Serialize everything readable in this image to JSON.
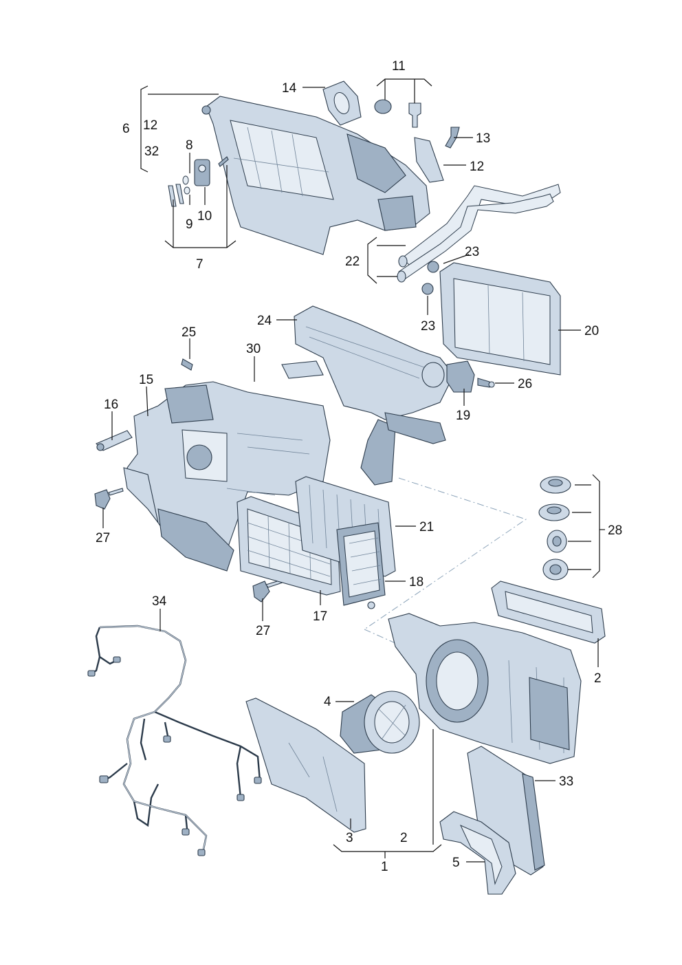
{
  "callouts": {
    "c1": "1",
    "c2a": "2",
    "c2b": "2",
    "c3": "3",
    "c4": "4",
    "c5": "5",
    "c6": "6",
    "c7": "7",
    "c8": "8",
    "c9": "9",
    "c10": "10",
    "c11": "11",
    "c12a": "12",
    "c12b": "12",
    "c13": "13",
    "c14": "14",
    "c15": "15",
    "c16": "16",
    "c17": "17",
    "c18": "18",
    "c19": "19",
    "c20": "20",
    "c21": "21",
    "c22": "22",
    "c23a": "23",
    "c23b": "23",
    "c24": "24",
    "c25": "25",
    "c26": "26",
    "c27a": "27",
    "c27b": "27",
    "c28": "28",
    "c30": "30",
    "c32": "32",
    "c33": "33",
    "c34": "34"
  },
  "colors": {
    "part_fill": "#cdd9e6",
    "part_dark": "#9fb1c4",
    "part_outline": "#2b3a4a",
    "leader_line": "#111111",
    "dash_line": "#8aa2b8"
  }
}
